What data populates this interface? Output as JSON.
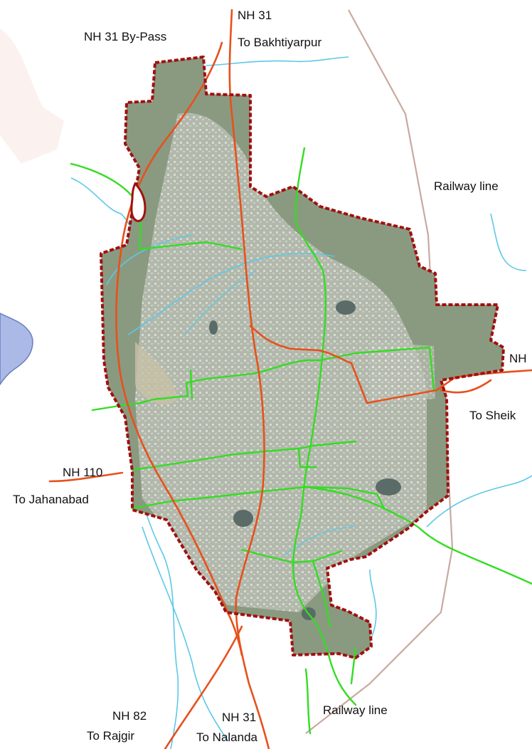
{
  "labels": {
    "nh31_bypass": "NH 31 By-Pass",
    "nh31_top": "NH 31",
    "to_bakhtiyarpur": "To Bakhtiyarpur",
    "railway_line_top": "Railway line",
    "nh_east": "NH",
    "to_sheik": "To Sheik",
    "nh110": "NH 110",
    "to_jahanabad": "To Jahanabad",
    "nh82": "NH 82",
    "to_rajgir": "To Rajgir",
    "nh31_bottom": "NH 31",
    "to_nalanda": "To Nalanda",
    "railway_line_bottom": "Railway line"
  },
  "colors": {
    "boundary": "#a01010",
    "national_highway": "#e8501c",
    "local_road": "#33dd22",
    "river": "#5cc8e8",
    "railway": "#c9a9a0",
    "terrain": "#8a9a80",
    "urban": "#c8ccc4",
    "lake": "#aab9e6"
  }
}
